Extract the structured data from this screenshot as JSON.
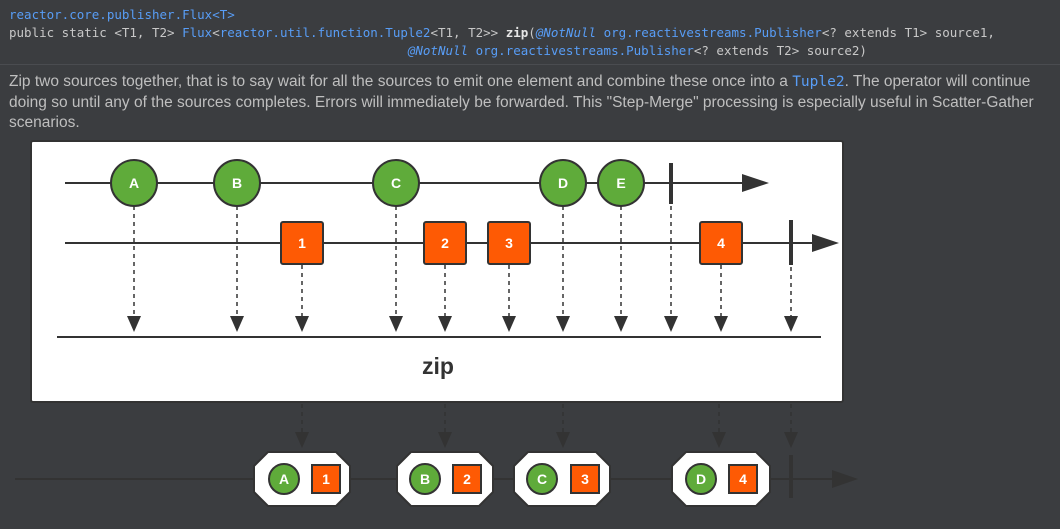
{
  "signature": {
    "class_ref": "reactor.core.publisher.Flux<T>",
    "line1_prefix": "public static <T1, T2> ",
    "return_flux": "Flux",
    "return_type_open": "<",
    "return_tuple_link": "reactor.util.function.Tuple2",
    "return_type_rest": "<T1, T2>> ",
    "method_name": "zip",
    "paren_open": "(",
    "annotation": "@NotNull",
    "publisher_type": "org.reactivestreams.Publisher",
    "param1_rest": "<? extends T1> source1,",
    "param2_rest": "<? extends T2> source2)"
  },
  "description": {
    "text_before": "Zip two sources together, that is to say wait for all the sources to emit one element and combine these once into a ",
    "code_ref": "Tuple2",
    "text_after": ". The operator will continue doing so until any of the sources completes. Errors will immediately be forwarded. This \"Step-Merge\" processing is especially useful in Scatter-Gather scenarios."
  },
  "diagram": {
    "operator_label": "zip",
    "source1_items": [
      "A",
      "B",
      "C",
      "D",
      "E"
    ],
    "source2_items": [
      "1",
      "2",
      "3",
      "4"
    ],
    "output_pairs": [
      {
        "left": "A",
        "right": "1"
      },
      {
        "left": "B",
        "right": "2"
      },
      {
        "left": "C",
        "right": "3"
      },
      {
        "left": "D",
        "right": "4"
      }
    ],
    "colors": {
      "circle_fill": "#5fab3a",
      "square_fill": "#fe5a04",
      "box_fill": "#ffffff",
      "line": "#333333"
    }
  }
}
